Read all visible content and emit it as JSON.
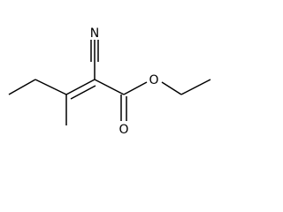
{
  "molecule": {
    "atoms": {
      "nitrile_n": "N",
      "carbonyl_o": "O",
      "ester_o": "O"
    }
  },
  "colors": {
    "bond": "#000000",
    "label": "#000000",
    "background": "#ffffff"
  }
}
